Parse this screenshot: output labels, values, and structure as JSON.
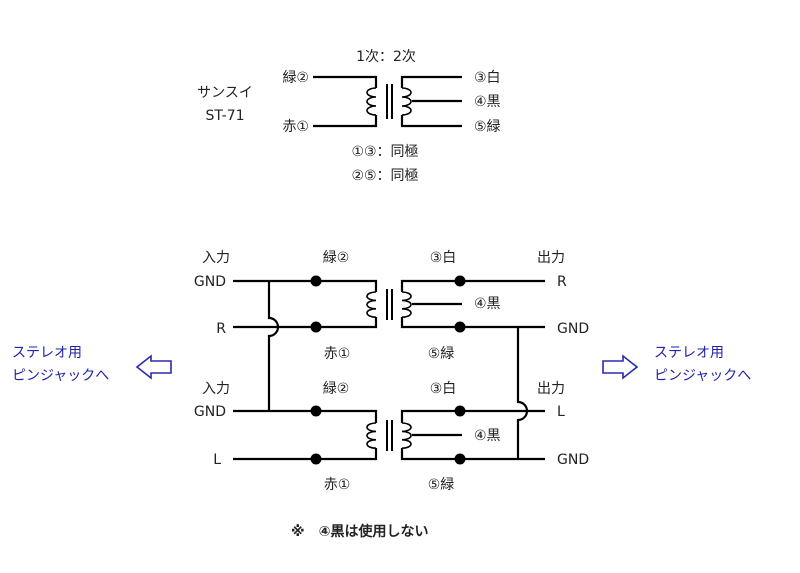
{
  "top": {
    "ratio": "1次：2次",
    "model_line1": "サンスイ",
    "model_line2": "ST-71",
    "p_top": "緑②",
    "p_bot": "赤①",
    "s1": "③白",
    "s2": "④黒",
    "s3": "⑤緑",
    "polarity1": "①③：同極",
    "polarity2": "②⑤：同極"
  },
  "upper": {
    "input": "入力",
    "gnd_in": "GND",
    "r_in": "R",
    "p_top": "緑②",
    "p_bot": "赤①",
    "s1": "③白",
    "s2": "④黒",
    "s3": "⑤緑",
    "output": "出力",
    "r_out": "R",
    "gnd_out": "GND"
  },
  "lower": {
    "input": "入力",
    "gnd_in": "GND",
    "l_in": "L",
    "p_top": "緑②",
    "p_bot": "赤①",
    "s1": "③白",
    "s2": "④黒",
    "s3": "⑤緑",
    "output": "出力",
    "l_out": "L",
    "gnd_out": "GND"
  },
  "left_arrow": {
    "line1": "ステレオ用",
    "line2": "ピンジャックへ"
  },
  "right_arrow": {
    "line1": "ステレオ用",
    "line2": "ピンジャックへ"
  },
  "note": "※　④黒は使用しない"
}
